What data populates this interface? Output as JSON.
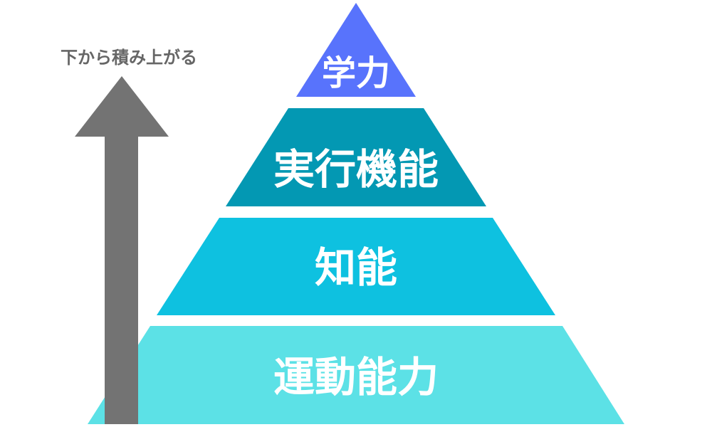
{
  "caption": "下から積み上がる",
  "layers": [
    {
      "label": "学力",
      "color": "#5873fc"
    },
    {
      "label": "実行機能",
      "color": "#0398b3"
    },
    {
      "label": "知能",
      "color": "#0ec1e0"
    },
    {
      "label": "運動能力",
      "color": "#5ce1e6"
    }
  ],
  "arrow": {
    "color": "#737373",
    "direction": "up"
  }
}
